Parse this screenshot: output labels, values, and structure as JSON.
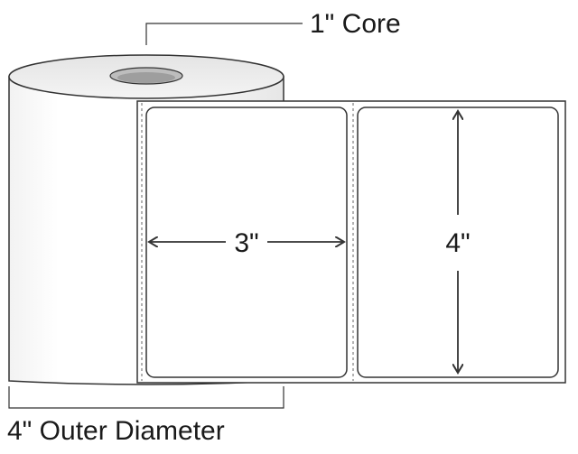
{
  "labels": {
    "core": "1\" Core",
    "width": "3\"",
    "height": "4\"",
    "outer_diameter": "4\" Outer Diameter"
  },
  "colors": {
    "line": "#333333",
    "roll_shade": "#d9d9d9",
    "background": "#ffffff"
  }
}
